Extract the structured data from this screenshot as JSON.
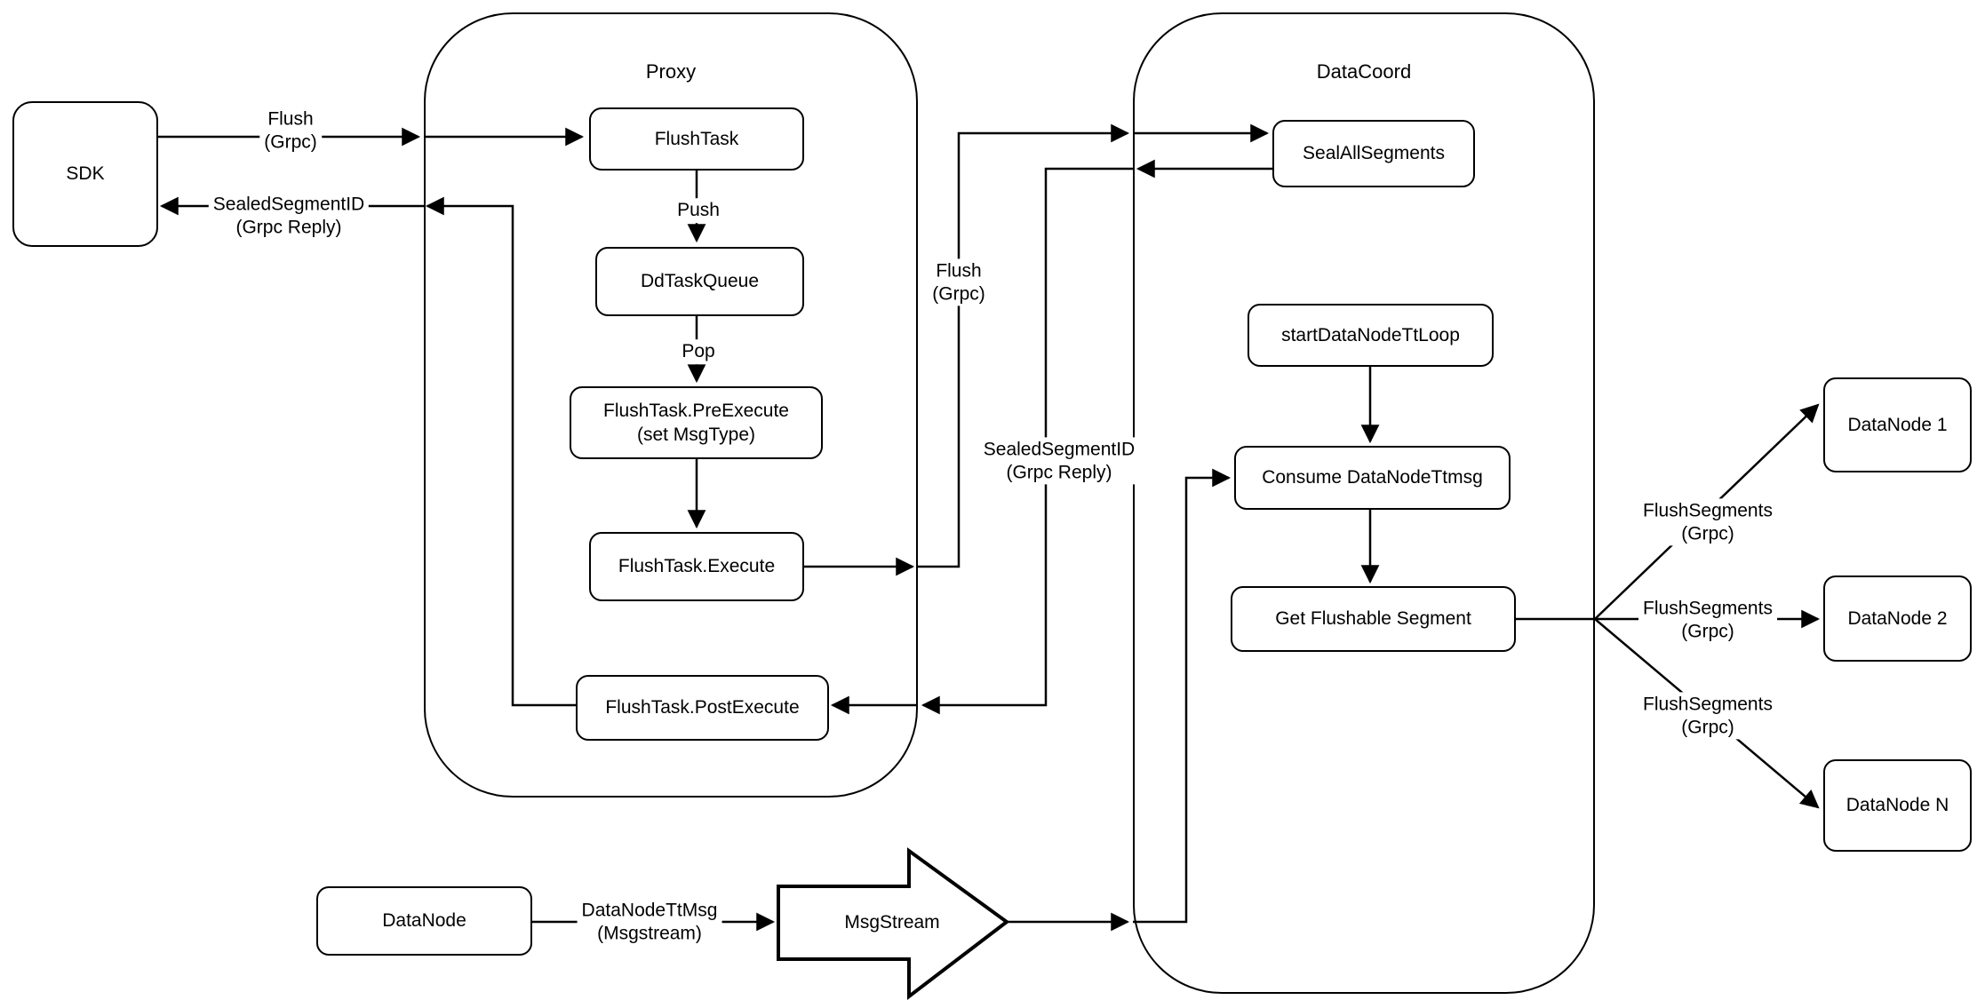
{
  "diagram": {
    "colors": {
      "stroke": "#000000",
      "background": "#ffffff"
    },
    "containers": {
      "proxy": {
        "title": "Proxy"
      },
      "datacoord": {
        "title": "DataCoord"
      }
    },
    "nodes": {
      "sdk": {
        "label": "SDK"
      },
      "flush_task": {
        "label": "FlushTask"
      },
      "dd_task_queue": {
        "label": "DdTaskQueue"
      },
      "pre_execute": {
        "line1": "FlushTask.PreExecute",
        "line2": "(set MsgType)"
      },
      "execute": {
        "label": "FlushTask.Execute"
      },
      "post_execute": {
        "label": "FlushTask.PostExecute"
      },
      "seal_all_segments": {
        "label": "SealAllSegments"
      },
      "start_datanode_tt_loop": {
        "label": "startDataNodeTtLoop"
      },
      "consume_datanode_ttmsg": {
        "label": "Consume DataNodeTtmsg"
      },
      "get_flushable_segment": {
        "label": "Get Flushable Segment"
      },
      "datanode_1": {
        "label": "DataNode 1"
      },
      "datanode_2": {
        "label": "DataNode 2"
      },
      "datanode_n": {
        "label": "DataNode N"
      },
      "datanode": {
        "label": "DataNode"
      },
      "msgstream": {
        "label": "MsgStream"
      }
    },
    "edge_labels": {
      "flush_grpc_sdk_proxy": {
        "line1": "Flush",
        "line2": "(Grpc)"
      },
      "sealed_segment_id_proxy_sdk": {
        "line1": "SealedSegmentID",
        "line2": "(Grpc Reply)"
      },
      "push": {
        "label": "Push"
      },
      "pop": {
        "label": "Pop"
      },
      "flush_grpc_proxy_datacoord": {
        "line1": "Flush",
        "line2": "(Grpc)"
      },
      "sealed_segment_id_datacoord_proxy": {
        "line1": "SealedSegmentID",
        "line2": "(Grpc Reply)"
      },
      "flush_segments_1": {
        "line1": "FlushSegments",
        "line2": "(Grpc)"
      },
      "flush_segments_2": {
        "line1": "FlushSegments",
        "line2": "(Grpc)"
      },
      "flush_segments_3": {
        "line1": "FlushSegments",
        "line2": "(Grpc)"
      },
      "datanode_ttmsg": {
        "line1": "DataNodeTtMsg",
        "line2": "(Msgstream)"
      }
    }
  }
}
